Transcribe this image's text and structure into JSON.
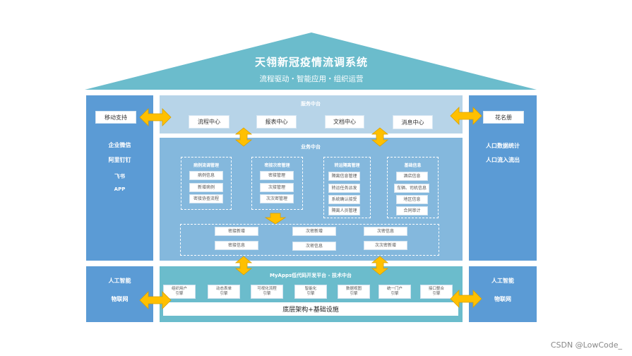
{
  "header": {
    "title": "天翎新冠疫情流调系统",
    "subtitle": "流程驱动・智能应用・组织运营"
  },
  "colors": {
    "roof": "#6bbccc",
    "side_panel": "#5b9bd5",
    "service_center": "#b7d4e8",
    "business_center": "#84b8dd",
    "tech_platform": "#6bbccc",
    "arrow": "#ffc000"
  },
  "left_top": {
    "button": "移动支持",
    "items": [
      "企业微信",
      "阿里钉钉",
      "飞书",
      "APP"
    ]
  },
  "left_bottom": {
    "items": [
      "人工智能",
      "物联网"
    ]
  },
  "right_top": {
    "button": "花名册",
    "items": [
      "人口数据统计",
      "人口流入流出"
    ]
  },
  "right_bottom": {
    "items": [
      "人工智能",
      "物联网"
    ]
  },
  "service_center": {
    "title": "服务中台",
    "items": [
      "流程中心",
      "报表中心",
      "文档中心",
      "消息中心"
    ]
  },
  "business_center": {
    "title": "业务中台",
    "groups": [
      {
        "title": "病例流调管理",
        "items": [
          "病例信息",
          "新增病例",
          "密接协查流程"
        ]
      },
      {
        "title": "密接次密管理",
        "items": [
          "密接管理",
          "次接管理",
          "次次密管理"
        ]
      },
      {
        "title": "转运隔离管理",
        "items": [
          "隔离信息管理",
          "转运任务派发",
          "系统确认接受",
          "隔离人员管理"
        ]
      },
      {
        "title": "基础信息",
        "items": [
          "酒店信息",
          "车辆、司机信息",
          "地区信息",
          "合同审计"
        ]
      }
    ],
    "bottom_items": [
      "密接新增",
      "次密新增",
      "次密信息",
      "密接信息",
      "次密信息",
      "次次密新增"
    ]
  },
  "tech_platform": {
    "title": "MyApps低代码开发平台 - 技术中台",
    "engines": [
      {
        "name": "组织用户",
        "suffix": "引擎"
      },
      {
        "name": "动态表单",
        "suffix": "引擎"
      },
      {
        "name": "可视化流程",
        "suffix": "引擎"
      },
      {
        "name": "智能化",
        "suffix": "引擎"
      },
      {
        "name": "数据视图",
        "suffix": "引擎"
      },
      {
        "name": "统一门户",
        "suffix": "引擎"
      },
      {
        "name": "接口整合",
        "suffix": "引擎"
      }
    ],
    "base": "底层架构+基础设施"
  },
  "watermark": "CSDN @LowCode_"
}
